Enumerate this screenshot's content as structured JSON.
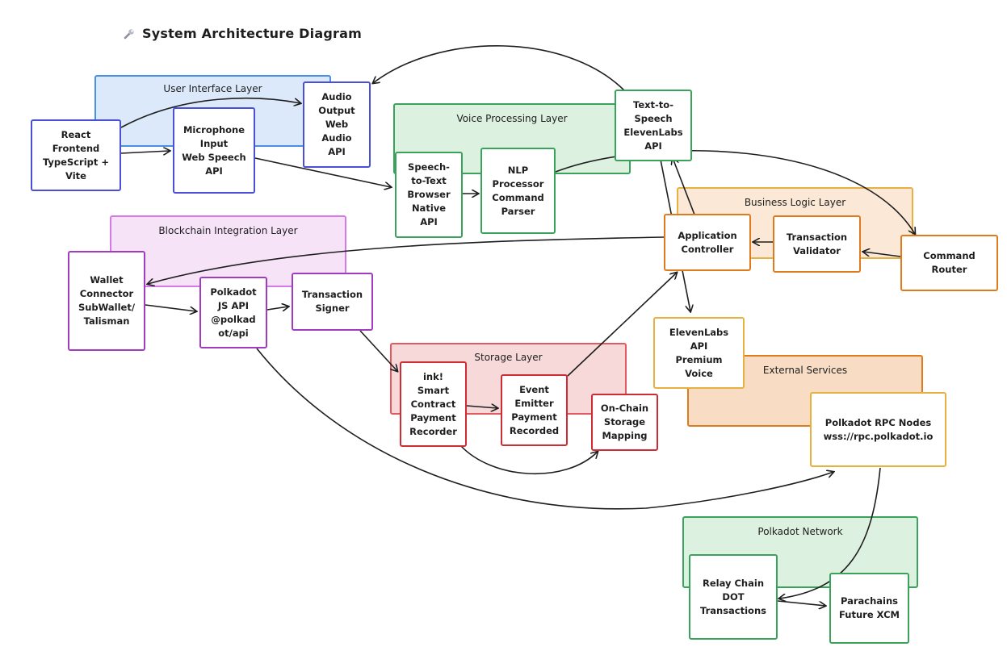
{
  "title": "System Architecture Diagram",
  "title_icon": "wrench-icon",
  "colors": {
    "blue_fill": "#dbe9fb",
    "blue_stroke": "#4a90e2",
    "blue_node": "#4a4fd8",
    "green_fill": "#dcf1df",
    "green_stroke": "#3aa25a",
    "orange_fill": "#fbe8d6",
    "orange_stroke": "#e8b040",
    "orange_node": "#e07a1f",
    "purple_fill": "#f6e3f8",
    "purple_stroke": "#d679e8",
    "purple_node": "#a13cc0",
    "red_fill": "#f7d9da",
    "red_stroke": "#e05a5f",
    "red_node": "#cf2b34",
    "ext_fill": "#f8dcc4",
    "ext_stroke": "#e07a1f",
    "ext_node": "#e8b040",
    "edge": "#1e1e1e"
  },
  "layers": {
    "ui": "User Interface Layer",
    "voice": "Voice Processing Layer",
    "business": "Business Logic Layer",
    "blockchain": "Blockchain Integration Layer",
    "storage": "Storage Layer",
    "external": "External Services",
    "network": "Polkadot Network"
  },
  "nodes": {
    "react": "React\nFrontend\nTypeScript +\nVite",
    "mic": "Microphone\nInput\nWeb Speech\nAPI",
    "audio": "Audio\nOutput\nWeb\nAudio\nAPI",
    "stt": "Speech-\nto-Text\nBrowser\nNative\nAPI",
    "nlp": "NLP\nProcessor\nCommand\nParser",
    "tts": "Text-to-\nSpeech\nElevenLabs\nAPI",
    "app": "Application\nController",
    "validator": "Transaction\nValidator",
    "router": "Command\nRouter",
    "wallet": "Wallet\nConnector\nSubWallet/\nTalisman",
    "pjs": "Polkadot\nJS API\n@polkad\not/api",
    "signer": "Transaction\nSigner",
    "ink": "ink!\nSmart\nContract\nPayment\nRecorder",
    "event": "Event\nEmitter\nPayment\nRecorded",
    "onchain": "On-Chain\nStorage\nMapping",
    "eleven": "ElevenLabs\nAPI\nPremium\nVoice",
    "rpc": "Polkadot RPC Nodes\nwss://rpc.polkadot.io",
    "relay": "Relay Chain\nDOT\nTransactions",
    "para": "Parachains\nFuture XCM"
  }
}
